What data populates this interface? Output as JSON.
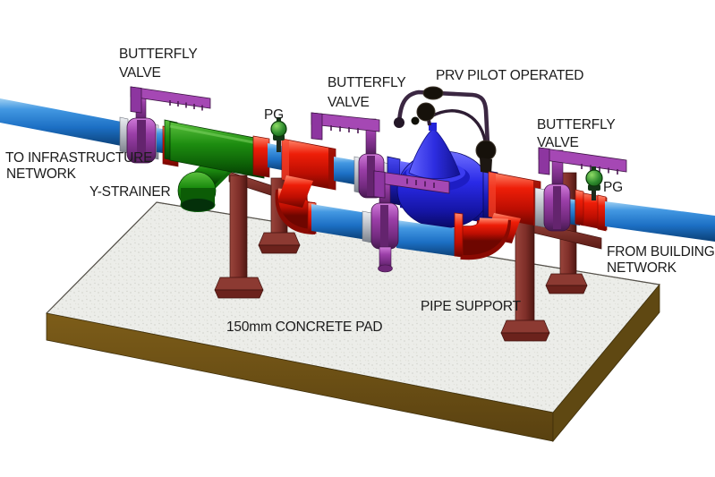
{
  "diagram": {
    "type": "isometric-piping-diagram",
    "subject": "Pilot operated pressure reducing valve (PRV) station with bypass on concrete pad"
  },
  "labels": {
    "butterfly_valve_left": {
      "line1": "BUTTERFLY",
      "line2": "VALVE"
    },
    "butterfly_valve_mid": {
      "line1": "BUTTERFLY",
      "line2": "VALVE"
    },
    "butterfly_valve_right": {
      "line1": "BUTTERFLY",
      "line2": "VALVE"
    },
    "prv": "PRV PILOT OPERATED",
    "pg_left": "PG",
    "pg_right": "PG",
    "to_network": {
      "line1": "TO INFRASTRUCTURE",
      "line2": "NETWORK"
    },
    "y_strainer": "Y-STRAINER",
    "from_network": {
      "line1": "FROM BUILDING",
      "line2": "NETWORK"
    },
    "pipe_support": "PIPE SUPPORT",
    "concrete_pad": "150mm CONCRETE PAD"
  },
  "colors": {
    "pipe_blue": "#2e86d8",
    "fitting_red": "#e01408",
    "valve_purple": "#9b3fa8",
    "strainer_green": "#1d8d10",
    "prv_blue": "#2a2ae8",
    "pilot_tube": "#3b2742",
    "support_maroon": "#7e2e28",
    "pad_top": "#ecede9",
    "pad_side_brown": "#6f5417",
    "gauge_green": "#2e8b2e",
    "flange_gray": "#b6bac2",
    "background": "#ffffff",
    "text": "#1b1b1b"
  }
}
